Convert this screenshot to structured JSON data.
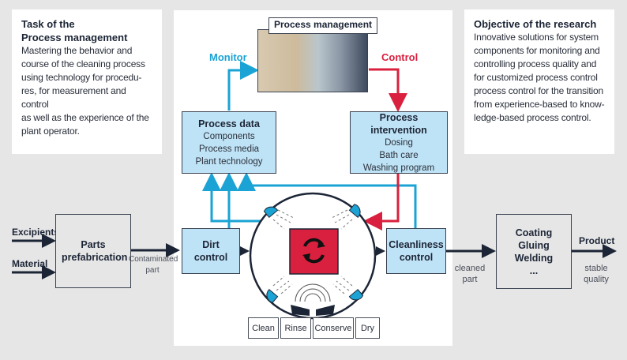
{
  "left_box": {
    "title_line1": "Task of the",
    "title_line2": "Process management",
    "body_lines": [
      "Mastering the behavior and",
      "course of the cleaning process",
      "using technology for procedu-",
      "res, for measurement and control",
      "as well as the experience of the",
      "plant operator."
    ]
  },
  "right_box": {
    "title": "Objective of the research",
    "body_lines": [
      "Innovative solutions for system",
      "components for monitoring and",
      "controlling process quality and",
      "for customized process control",
      "process control for the transition",
      "from experience-based to know-",
      "ledge-based process control."
    ]
  },
  "process_management": {
    "label": "Process management",
    "monitor_label": "Monitor",
    "control_label": "Control"
  },
  "process_data": {
    "title": "Process data",
    "items": [
      "Components",
      "Process media",
      "Plant technology"
    ]
  },
  "process_intervention": {
    "title": "Process intervention",
    "items": [
      "Dosing",
      "Bath care",
      "Washing program"
    ]
  },
  "inputs": [
    "Excipients",
    "Material"
  ],
  "parts_prefabrication": "Parts prefabrication",
  "contaminated_part": [
    "Contaminated",
    "part"
  ],
  "dirt_control": [
    "Dirt",
    "control"
  ],
  "cleanliness_control": [
    "Cleanliness",
    "control"
  ],
  "cleaned_part": [
    "cleaned",
    "part"
  ],
  "post_processing": [
    "Coating",
    "Gluing",
    "Welding",
    "..."
  ],
  "product": "Product",
  "stable_quality": [
    "stable",
    "quality"
  ],
  "steps": [
    "Clean",
    "Rinse",
    "Conserve",
    "Dry"
  ],
  "colors": {
    "monitor": "#1aa3d4",
    "control": "#d9203e",
    "box_fill": "#bfe3f6",
    "dark": "#1c2536"
  }
}
